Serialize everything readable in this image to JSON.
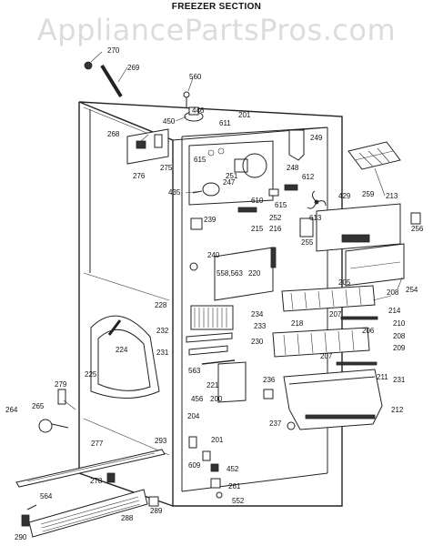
{
  "title": "FREEZER SECTION",
  "watermark": "AppliancePartsPros.com",
  "labels": [
    {
      "id": "p270",
      "text": "270"
    },
    {
      "id": "p269",
      "text": "269"
    },
    {
      "id": "p560",
      "text": "560"
    },
    {
      "id": "p446",
      "text": "446"
    },
    {
      "id": "p450",
      "text": "450"
    },
    {
      "id": "p611",
      "text": "611"
    },
    {
      "id": "p201a",
      "text": "201"
    },
    {
      "id": "p249",
      "text": "249"
    },
    {
      "id": "p268",
      "text": "268"
    },
    {
      "id": "p615a",
      "text": "615"
    },
    {
      "id": "p251",
      "text": "251"
    },
    {
      "id": "p275",
      "text": "275"
    },
    {
      "id": "p276",
      "text": "276"
    },
    {
      "id": "p248",
      "text": "248"
    },
    {
      "id": "p612",
      "text": "612"
    },
    {
      "id": "p435",
      "text": "435"
    },
    {
      "id": "p247",
      "text": "247"
    },
    {
      "id": "p610",
      "text": "610"
    },
    {
      "id": "p615b",
      "text": "615"
    },
    {
      "id": "p252",
      "text": "252"
    },
    {
      "id": "p613",
      "text": "613"
    },
    {
      "id": "p429",
      "text": "429"
    },
    {
      "id": "p259",
      "text": "259"
    },
    {
      "id": "p213",
      "text": "213"
    },
    {
      "id": "p256",
      "text": "256"
    },
    {
      "id": "p239",
      "text": "239"
    },
    {
      "id": "p215",
      "text": "215"
    },
    {
      "id": "p216",
      "text": "216"
    },
    {
      "id": "p255",
      "text": "255"
    },
    {
      "id": "p240",
      "text": "240"
    },
    {
      "id": "p558",
      "text": "558,563"
    },
    {
      "id": "p220",
      "text": "220"
    },
    {
      "id": "p205",
      "text": "205"
    },
    {
      "id": "p254",
      "text": "254"
    },
    {
      "id": "p208a",
      "text": "208"
    },
    {
      "id": "p228",
      "text": "228"
    },
    {
      "id": "p234",
      "text": "234"
    },
    {
      "id": "p207a",
      "text": "207"
    },
    {
      "id": "p214",
      "text": "214"
    },
    {
      "id": "p233",
      "text": "233"
    },
    {
      "id": "p218",
      "text": "218"
    },
    {
      "id": "p210",
      "text": "210"
    },
    {
      "id": "p232",
      "text": "232"
    },
    {
      "id": "p206",
      "text": "206"
    },
    {
      "id": "p208b",
      "text": "208"
    },
    {
      "id": "p224",
      "text": "224"
    },
    {
      "id": "p230",
      "text": "230"
    },
    {
      "id": "p209",
      "text": "209"
    },
    {
      "id": "p231a",
      "text": "231"
    },
    {
      "id": "p207b",
      "text": "207"
    },
    {
      "id": "p225",
      "text": "225"
    },
    {
      "id": "p563",
      "text": "563"
    },
    {
      "id": "p221",
      "text": "221"
    },
    {
      "id": "p236",
      "text": "236"
    },
    {
      "id": "p211",
      "text": "211"
    },
    {
      "id": "p231b",
      "text": "231"
    },
    {
      "id": "p279",
      "text": "279"
    },
    {
      "id": "p456",
      "text": "456"
    },
    {
      "id": "p200",
      "text": "200"
    },
    {
      "id": "p212",
      "text": "212"
    },
    {
      "id": "p264",
      "text": "264"
    },
    {
      "id": "p265",
      "text": "265"
    },
    {
      "id": "p204",
      "text": "204"
    },
    {
      "id": "p237",
      "text": "237"
    },
    {
      "id": "p293",
      "text": "293"
    },
    {
      "id": "p201b",
      "text": "201"
    },
    {
      "id": "p277",
      "text": "277"
    },
    {
      "id": "p609",
      "text": "609"
    },
    {
      "id": "p452",
      "text": "452"
    },
    {
      "id": "p278",
      "text": "278"
    },
    {
      "id": "p261",
      "text": "261"
    },
    {
      "id": "p564",
      "text": "564"
    },
    {
      "id": "p552",
      "text": "552"
    },
    {
      "id": "p289",
      "text": "289"
    },
    {
      "id": "p288",
      "text": "288"
    },
    {
      "id": "p290",
      "text": "290"
    }
  ]
}
